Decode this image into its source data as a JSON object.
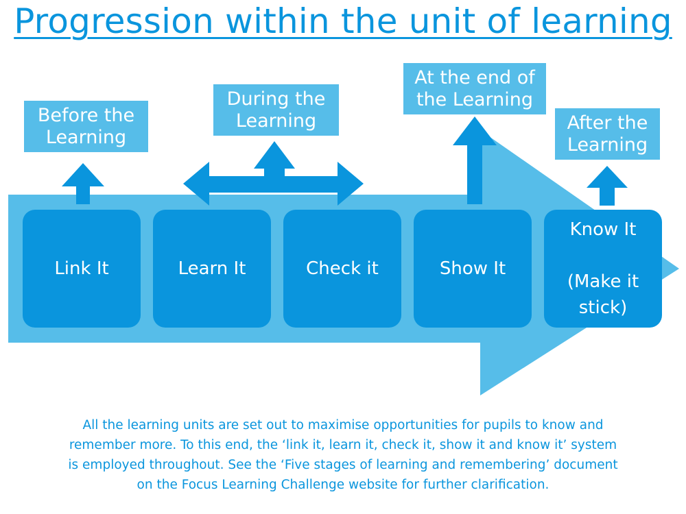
{
  "title": "Progression within the unit of learning",
  "phases": {
    "before": [
      "Before the",
      "Learning"
    ],
    "during": [
      "During the",
      "Learning"
    ],
    "end": [
      "At the end of",
      "the Learning"
    ],
    "after": [
      "After the",
      "Learning"
    ]
  },
  "stages": {
    "link": "Link It",
    "learn": "Learn It",
    "check": "Check it",
    "show": "Show It",
    "know": "Know It",
    "know_sub1": "(Make it",
    "know_sub2": "stick)"
  },
  "footer": [
    "All the learning units are set out to maximise opportunities for pupils to know and",
    "remember more. To this end, the ‘link it, learn it, check it, show it and know it’ system",
    "is employed throughout. See the ‘Five stages of learning and remembering’ document",
    "on the Focus Learning Challenge website for further clarification."
  ],
  "colors": {
    "primary": "#0a95dd",
    "light": "#56bde9"
  }
}
